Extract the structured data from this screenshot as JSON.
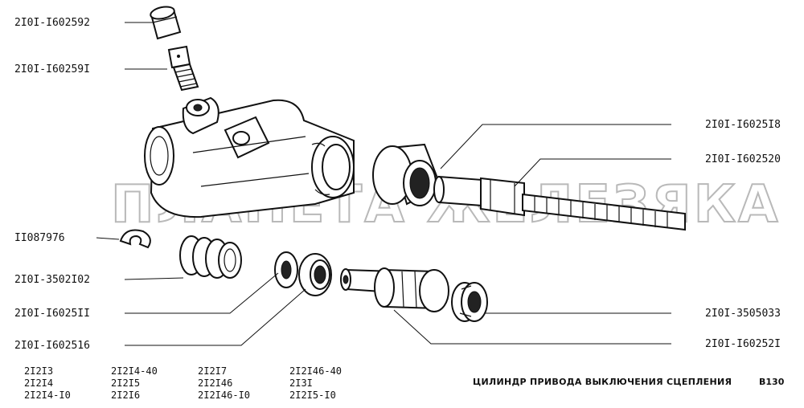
{
  "watermark": "ПЛАНЕТА ЖЕЛЕЗЯКА",
  "labels": {
    "cap": "2I0I-I602592",
    "bleeder": "2I0I-I60259I",
    "boot_ring": "2I0I-I6025I8",
    "pushrod": "2I0I-I602520",
    "clip": "II087976",
    "spring": "2I0I-3502I02",
    "washer": "2I0I-I6025II",
    "seal_ring": "2I0I-I602516",
    "cup_seal": "2I0I-3505033",
    "piston": "2I0I-I60252I"
  },
  "models": {
    "col1": [
      "2I2I3",
      "2I2I4",
      "2I2I4-I0"
    ],
    "col2": [
      "2I2I4-40",
      "2I2I5",
      "2I2I6"
    ],
    "col3": [
      "2I2I7",
      "2I2I46",
      "2I2I46-I0"
    ],
    "col4": [
      "2I2I46-40",
      "2I3I",
      "2I2I5-I0"
    ]
  },
  "title": "ЦИЛИНДР ПРИВОДА ВЫКЛЮЧЕНИЯ СЦЕПЛЕНИЯ",
  "diagram_code": "B130"
}
